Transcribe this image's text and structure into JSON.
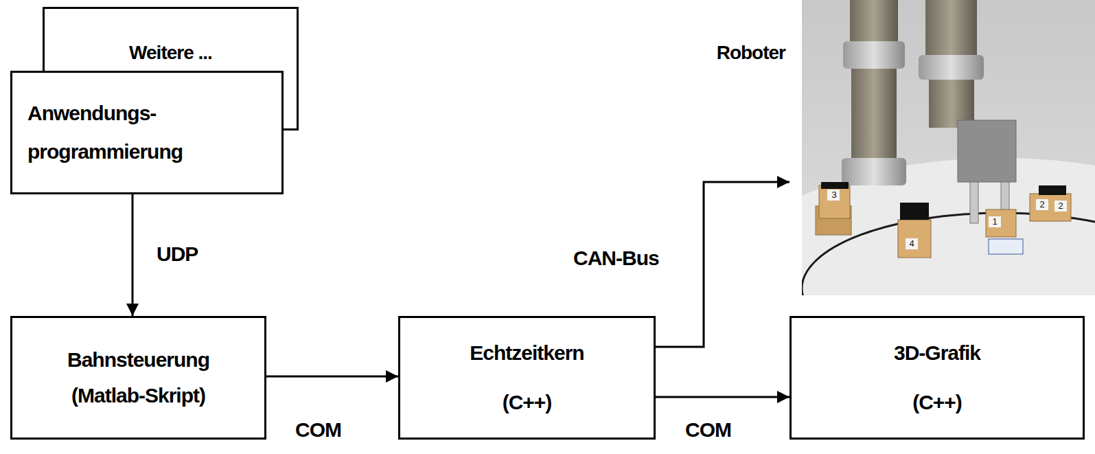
{
  "diagram": {
    "nodes": [
      {
        "text": [
          "Weitere ..."
        ]
      },
      {
        "text": [
          "Anwendungs- programmierung"
        ]
      },
      {
        "text": [
          "Bahnsteuerung (Matlab-Skript)"
        ]
      },
      {
        "text": [
          "Echtzeitkern (C++)"
        ]
      },
      {
        "text": [
          "3D-Grafik (C++)"
        ]
      },
      {
        "text": [
          "Roboter"
        ]
      }
    ],
    "edges": [
      {
        "from": 1,
        "to": 2,
        "arrow": "to",
        "label": "UDP"
      },
      {
        "from": 2,
        "to": 3,
        "arrow": "to",
        "label": "COM"
      },
      {
        "from": 3,
        "to": 5,
        "arrow": "to",
        "label": "CAN-Bus"
      },
      {
        "from": 3,
        "to": 4,
        "arrow": "to",
        "label": "COM"
      }
    ],
    "labels": [
      "3",
      "4",
      "1",
      "2",
      "2"
    ]
  }
}
